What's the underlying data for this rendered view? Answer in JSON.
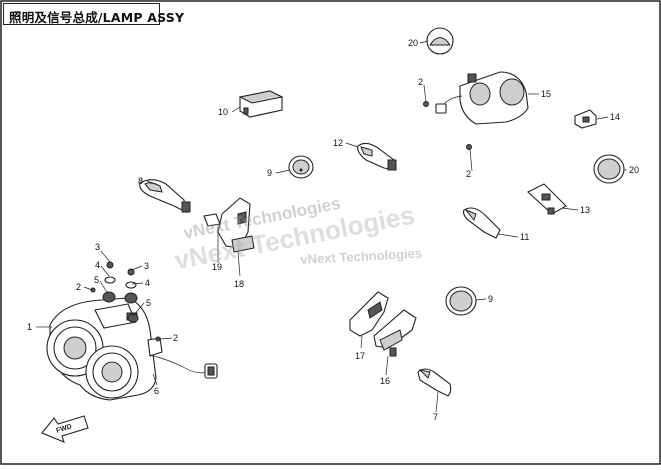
{
  "title": "照明及信号总成/LAMP ASSY",
  "watermark": {
    "line1": "vNext Technologies",
    "line2": "vNext Technologies",
    "line3": "vNext Technologies"
  },
  "fwd_label": "FWD",
  "callouts": {
    "c1": "1",
    "c2a": "2",
    "c2b": "2",
    "c2c": "2",
    "c2d": "2",
    "c3a": "3",
    "c3b": "3",
    "c4a": "4",
    "c4b": "4",
    "c5a": "5",
    "c5b": "5",
    "c6": "6",
    "c7": "7",
    "c8": "8",
    "c9a": "9",
    "c9b": "9",
    "c10": "10",
    "c11": "11",
    "c12": "12",
    "c13": "13",
    "c14": "14",
    "c15": "15",
    "c16": "16",
    "c17": "17",
    "c18": "18",
    "c19": "19",
    "c20a": "20",
    "c20b": "20"
  },
  "colors": {
    "line": "#222222",
    "background": "#ffffff",
    "watermark": "#999999"
  }
}
